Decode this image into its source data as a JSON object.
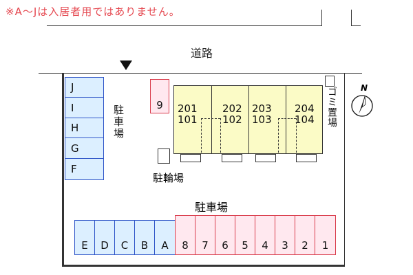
{
  "note": "※A～Jは入居者用ではありません。",
  "road_label": "道路",
  "left_parking_label": "駐車場",
  "bottom_parking_label": "駐車場",
  "bicycle_label": "駐輪場",
  "trash_label": "ゴミ置場",
  "north_label": "N",
  "left_stalls": [
    "J",
    "I",
    "H",
    "G",
    "F"
  ],
  "single_stall": "9",
  "bottom_stalls_blue": [
    "E",
    "D",
    "C",
    "B",
    "A"
  ],
  "bottom_stalls_red": [
    "8",
    "7",
    "6",
    "5",
    "4",
    "3",
    "2",
    "1"
  ],
  "rooms": [
    {
      "upper": "201",
      "lower": "101"
    },
    {
      "upper": "202",
      "lower": "102"
    },
    {
      "upper": "203",
      "lower": "103"
    },
    {
      "upper": "204",
      "lower": "104"
    }
  ],
  "colors": {
    "note": "#e5474f",
    "blue_stall_border": "#2f55c8",
    "blue_stall_fill": "#dcefff",
    "red_stall_border": "#d93a4a",
    "red_stall_fill": "#ffe8ef",
    "building_fill": "#fbfbc6"
  }
}
